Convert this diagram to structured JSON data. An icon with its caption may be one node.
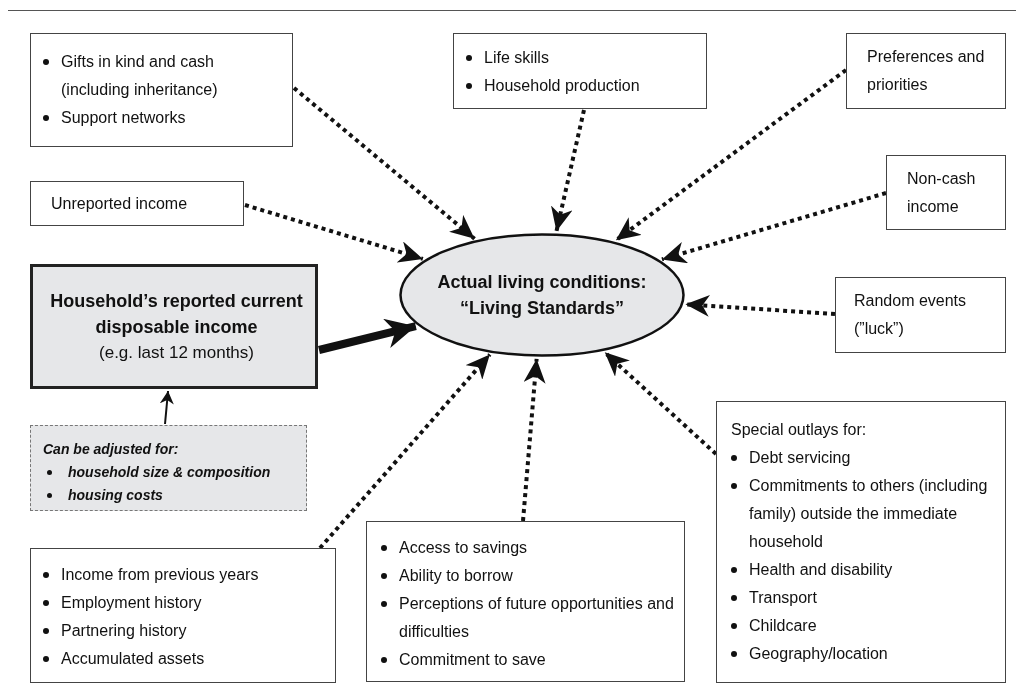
{
  "diagram": {
    "nodes": [
      {
        "text": [
          "Gifts in kind and cash (including inheritance)",
          "Support networks"
        ]
      },
      {
        "text": [
          "Life skills",
          "Household production"
        ]
      },
      {
        "text": [
          "Preferences and priorities"
        ]
      },
      {
        "text": [
          "Unreported income"
        ]
      },
      {
        "text": [
          "Non-cash income"
        ]
      },
      {
        "text": [
          "Actual living conditions: “Living Standards”"
        ]
      },
      {
        "text": [
          "Household’s reported current disposable income",
          "(e.g. last 12 months)"
        ]
      },
      {
        "text": [
          "Random events (”luck”)"
        ]
      },
      {
        "text": [
          "Can be adjusted for:",
          "household size & composition",
          "housing costs"
        ]
      },
      {
        "text": [
          "Special outlays for:",
          "Debt servicing",
          "Commitments to others (including family) outside the immediate household",
          "Health and disability",
          "Transport",
          "Childcare",
          "Geography/location"
        ]
      },
      {
        "text": [
          "Income from previous years",
          "Employment history",
          "Partnering history",
          "Accumulated assets"
        ]
      },
      {
        "text": [
          "Access to savings",
          "Ability to borrow",
          "Perceptions of future opportunities and difficulties",
          "Commitment to save"
        ]
      }
    ],
    "edges": [
      {
        "from": 0,
        "to": 5,
        "arrow": "to",
        "style": "dashed"
      },
      {
        "from": 1,
        "to": 5,
        "arrow": "to",
        "style": "dashed"
      },
      {
        "from": 2,
        "to": 5,
        "arrow": "to",
        "style": "dashed"
      },
      {
        "from": 3,
        "to": 5,
        "arrow": "to",
        "style": "dashed"
      },
      {
        "from": 4,
        "to": 5,
        "arrow": "to",
        "style": "dashed"
      },
      {
        "from": 6,
        "to": 5,
        "arrow": "to",
        "style": "thick"
      },
      {
        "from": 7,
        "to": 5,
        "arrow": "to",
        "style": "dashed"
      },
      {
        "from": 8,
        "to": 6,
        "arrow": "to"
      },
      {
        "from": 9,
        "to": 5,
        "arrow": "to",
        "style": "dashed"
      },
      {
        "from": 10,
        "to": 5,
        "arrow": "to",
        "style": "dashed"
      },
      {
        "from": 11,
        "to": 5,
        "arrow": "to",
        "style": "dashed"
      }
    ]
  }
}
